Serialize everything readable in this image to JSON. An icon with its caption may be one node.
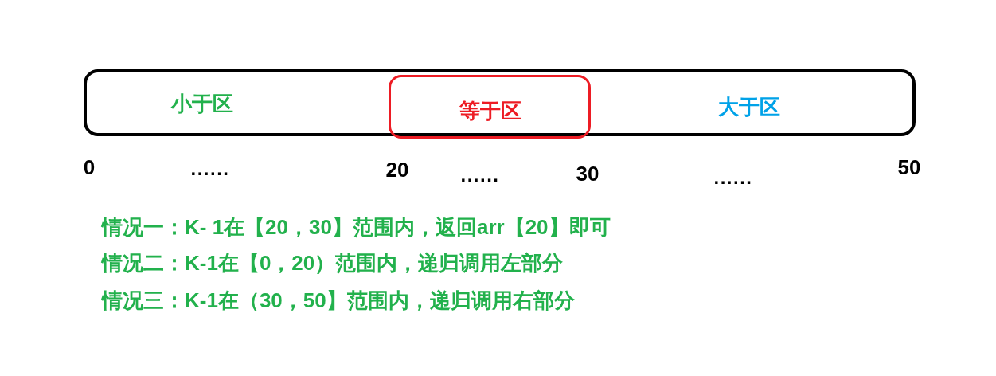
{
  "diagram": {
    "nodes": [
      {
        "text": [
          "小于区",
          "大于区"
        ]
      },
      {
        "text": [
          "等于区"
        ],
        "in": 0
      }
    ],
    "labels": [
      "0",
      "......",
      "20",
      "......",
      "30",
      "......",
      "50",
      "情况一：K- 1在【20，30】范围内，返回arr【20】即可",
      "情况二：K-1在【0，20）范围内，递归调用左部分",
      "情况三：K-1在（30，50】范围内，递归调用右部分"
    ]
  }
}
